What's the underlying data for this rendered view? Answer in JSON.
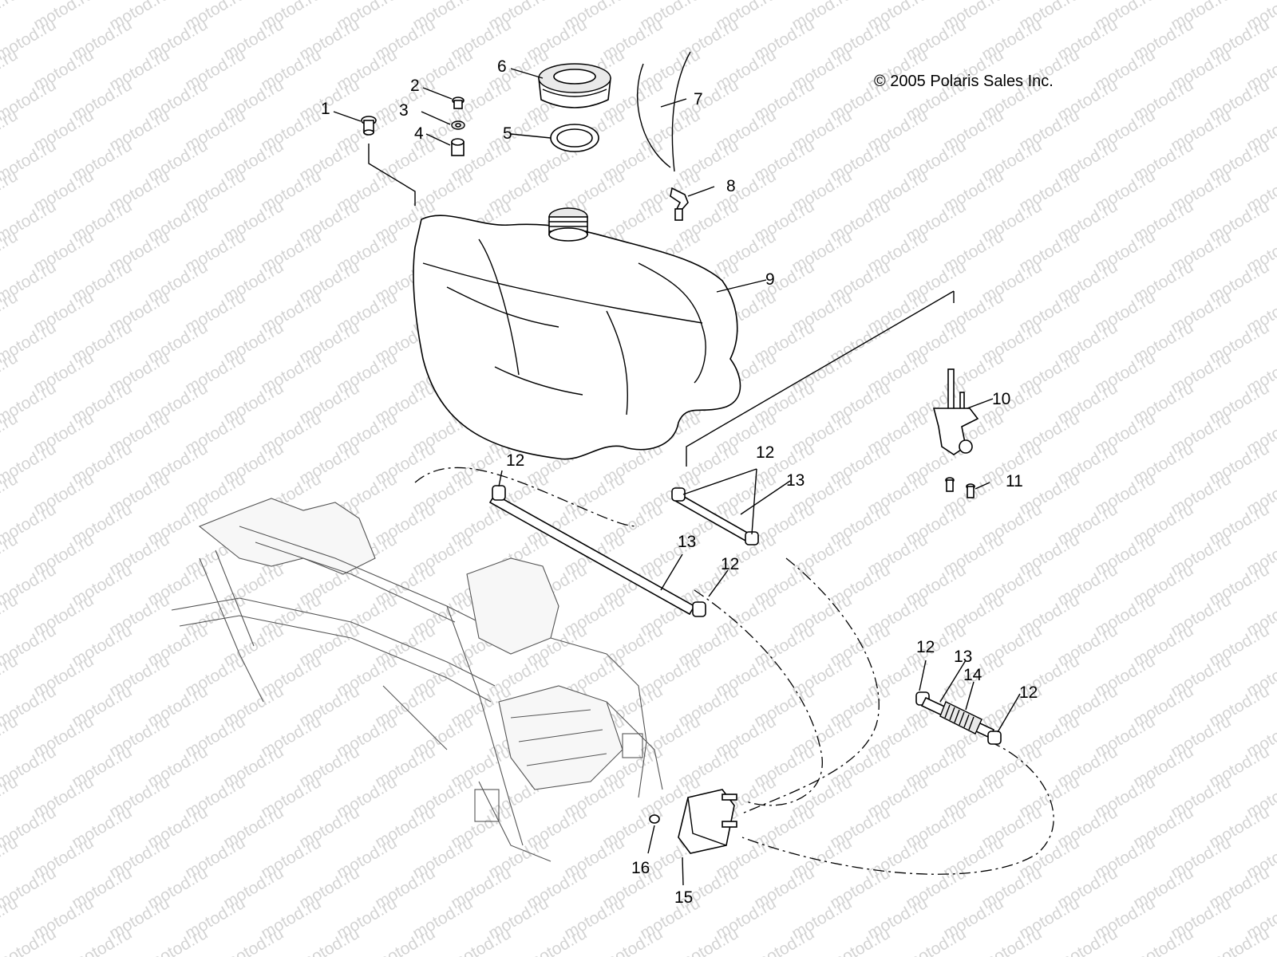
{
  "copyright": "© 2005 Polaris Sales Inc.",
  "watermark": "motod.ru",
  "callouts": {
    "c1": "1",
    "c2": "2",
    "c3": "3",
    "c4": "4",
    "c5": "5",
    "c6": "6",
    "c7": "7",
    "c8": "8",
    "c9": "9",
    "c10": "10",
    "c11": "11",
    "c12a": "12",
    "c12b": "12",
    "c12c": "12",
    "c12d": "12",
    "c12e": "12",
    "c13a": "13",
    "c13b": "13",
    "c13c": "13",
    "c14": "14",
    "c15": "15",
    "c16": "16"
  }
}
